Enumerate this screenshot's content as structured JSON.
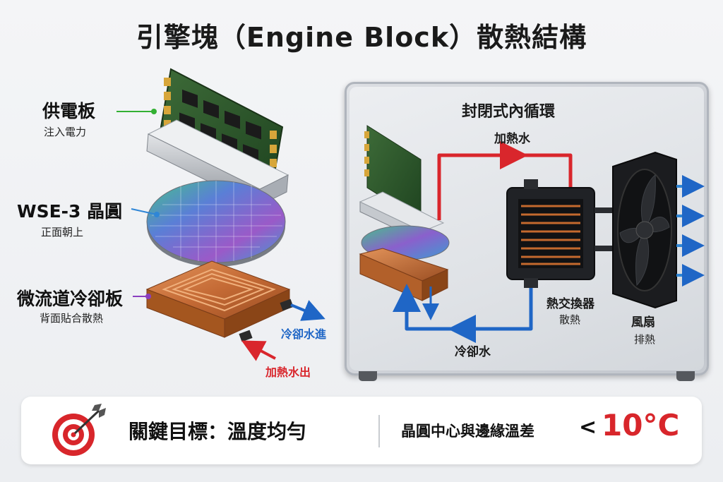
{
  "title": "引擎塊（Engine Block）散熱結構",
  "stack": {
    "power_board": {
      "label": "供電板",
      "sub": "注入電力",
      "color": "#33b033"
    },
    "wafer": {
      "label": "WSE-3 晶圓",
      "sub": "正面朝上",
      "color": "#2f86d6"
    },
    "cold_plate": {
      "label": "微流道冷卻板",
      "sub": "背面貼合散熱",
      "color": "#8a3fc0"
    },
    "coolant_in": "冷卻水進",
    "hot_out": "加熱水出"
  },
  "loop": {
    "title": "封閉式內循環",
    "hot_water": "加熱水",
    "cold_water": "冷卻水",
    "heat_exchanger": {
      "label": "熱交換器",
      "sub": "散熱"
    },
    "fan": {
      "label": "風扇",
      "sub": "排熱"
    }
  },
  "goal": {
    "label": "關鍵目標：溫度均勻",
    "diff_text": "晶圓中心與邊緣溫差",
    "lt": "<",
    "target": "10°C"
  },
  "colors": {
    "hot": "#d9262c",
    "cold": "#1f66c6",
    "accent": "#d8262b"
  },
  "icons": [
    "target-icon",
    "power-board-icon",
    "wafer-icon",
    "cold-plate-icon",
    "fan-icon",
    "heat-exchanger-icon"
  ]
}
